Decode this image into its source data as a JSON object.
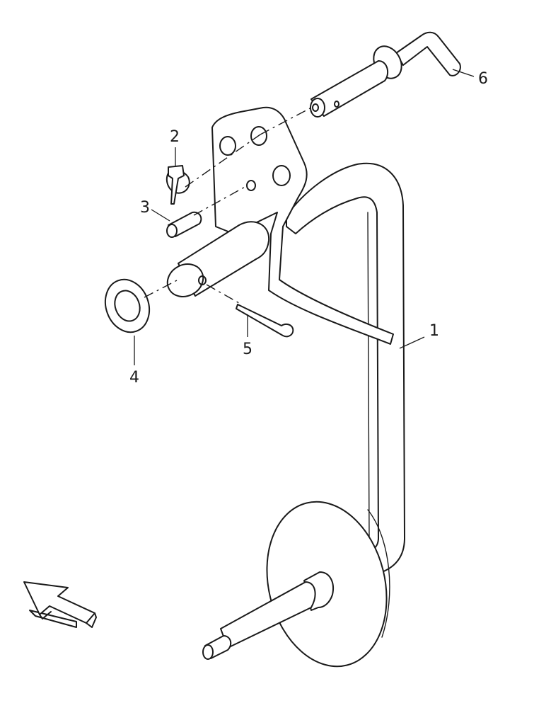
{
  "callouts": {
    "c1": "1",
    "c2": "2",
    "c3": "3",
    "c4": "4",
    "c5": "5",
    "c6": "6"
  },
  "colors": {
    "ink": "#1a1a1a",
    "paper": "#ffffff"
  },
  "icons": {
    "direction": "arrow-icon"
  }
}
